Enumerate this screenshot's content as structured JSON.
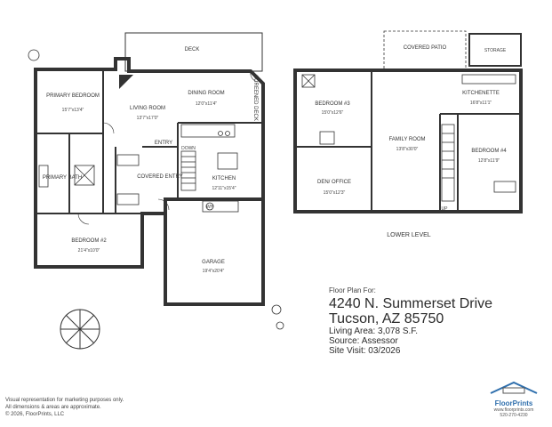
{
  "plan": {
    "upper": {
      "deck": "DECK",
      "primary_bedroom": {
        "name": "PRIMARY BEDROOM",
        "dims": "15'7\"x13'4\""
      },
      "living_room": {
        "name": "LIVING ROOM",
        "dims": "13'7\"x17'0\""
      },
      "dining_room": {
        "name": "DINING ROOM",
        "dims": "12'0\"x11'4\""
      },
      "screened_deck": "SCREENED DECK",
      "entry": "ENTRY",
      "down": "DOWN",
      "primary_bath": "PRIMARY BATH",
      "covered_entry": "COVERED ENTRY",
      "kitchen": {
        "name": "KITCHEN",
        "dims": "12'11\"x15'4\""
      },
      "bedroom2": {
        "name": "BEDROOM #2",
        "dims": "21'4\"x10'0\""
      },
      "garage": {
        "name": "GARAGE",
        "dims": "19'4\"x20'4\""
      },
      "wh": "WH"
    },
    "lower": {
      "covered_patio": "COVERED PATIO",
      "storage": "STORAGE",
      "bedroom3": {
        "name": "BEDROOM #3",
        "dims": "15'0\"x12'6\""
      },
      "kitchenette": {
        "name": "KITCHENETTE",
        "dims": "16'8\"x11'1\""
      },
      "family_room": {
        "name": "FAMILY ROOM",
        "dims": "13'8\"x30'0\""
      },
      "bedroom4": {
        "name": "BEDROOM #4",
        "dims": "12'8\"x11'9\""
      },
      "den": {
        "name": "DEN/ OFFICE",
        "dims": "15'0\"x12'3\""
      },
      "up": "UP",
      "level_label": "LOWER LEVEL"
    }
  },
  "info": {
    "heading": "Floor Plan For:",
    "address_line1": "4240 N. Summerset Drive",
    "address_line2": "Tucson, AZ  85750",
    "living_area": "Living Area:  3,078 S.F.",
    "source": "Source:  Assessor",
    "site_visit": "Site Visit:  03/2026"
  },
  "disclaimer": {
    "line1": "Visual representation for marketing purposes only.",
    "line2": "All dimensions & areas are approximate.",
    "line3": "© 2026, FloorPrints, LLC"
  },
  "brand": {
    "name": "FloorPrints",
    "url": "www.floorprints.com",
    "phone": "520-270-4230"
  }
}
